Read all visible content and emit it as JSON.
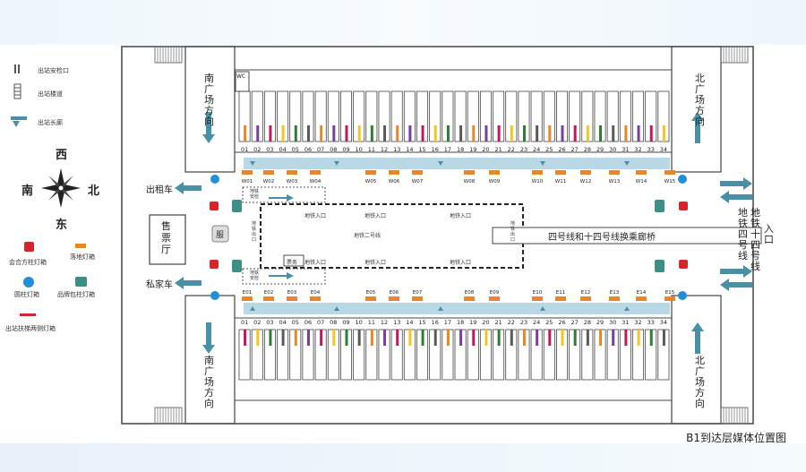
{
  "legend": {
    "exit_gate": "出站安检口",
    "exit_stairs": "出站楼道",
    "exit_escalator": "出站长廊",
    "combo_light": "会合方柱灯箱",
    "floor_light": "落地灯箱",
    "round_light": "圆柱灯箱",
    "brand_light": "品牌包柱灯箱",
    "handrail_light": "出站扶梯两侧灯箱"
  },
  "compass": {
    "west": "西",
    "south": "南",
    "north": "北",
    "east": "东"
  },
  "labels": {
    "south_dir_top": "南广场方向",
    "south_dir_bottom": "南广场方向",
    "north_dir_top": "北广场方向",
    "north_dir_bottom": "北广场方向",
    "taxi": "出租车",
    "private_car": "私家车",
    "ticket_hall": "售票厅",
    "service": "服",
    "wc": "WC",
    "metro2": "地铁二号线",
    "metro_exit": "地铁出口",
    "metro_entry": "地铁入口",
    "metro_check_top": "地铁安检",
    "metro_check_bottom": "地铁安检",
    "service_desk": "票务",
    "transfer": "四号线和十四号线换乘廊桥",
    "metro4": "地铁四号线",
    "metro14": "地铁十四号线",
    "entrance": "入口",
    "title": "B1到达层媒体位置图"
  },
  "platforms_top": [
    "01",
    "02",
    "03",
    "04",
    "05",
    "06",
    "07",
    "08",
    "09",
    "10",
    "11",
    "12",
    "13",
    "14",
    "15",
    "16",
    "17",
    "18",
    "19",
    "20",
    "21",
    "22",
    "23",
    "24",
    "25",
    "26",
    "27",
    "28",
    "29",
    "30",
    "31",
    "32",
    "33",
    "34"
  ],
  "platforms_bottom": [
    "01",
    "02",
    "03",
    "04",
    "05",
    "06",
    "07",
    "08",
    "09",
    "10",
    "11",
    "12",
    "13",
    "14",
    "15",
    "16",
    "17",
    "18",
    "19",
    "20",
    "21",
    "22",
    "23",
    "24",
    "25",
    "26",
    "27",
    "28",
    "29",
    "30",
    "31",
    "32",
    "33",
    "34"
  ],
  "w_labels": [
    "W01",
    "W02",
    "W03",
    "W04",
    "W05",
    "W06",
    "W07",
    "W08",
    "W09",
    "W10",
    "W11",
    "W12",
    "W13",
    "W14",
    "W15"
  ],
  "e_labels": [
    "E01",
    "E02",
    "E03",
    "E04",
    "E05",
    "E06",
    "E07",
    "E08",
    "E09",
    "E10",
    "E11",
    "E12",
    "E13",
    "E14",
    "E15"
  ],
  "colors": {
    "orange": "#e8872a",
    "red": "#d7262b",
    "blue": "#1f8fd6",
    "teal": "#3d8f86",
    "corridor": "#b8d8e6",
    "arrow": "#4a90a4"
  }
}
